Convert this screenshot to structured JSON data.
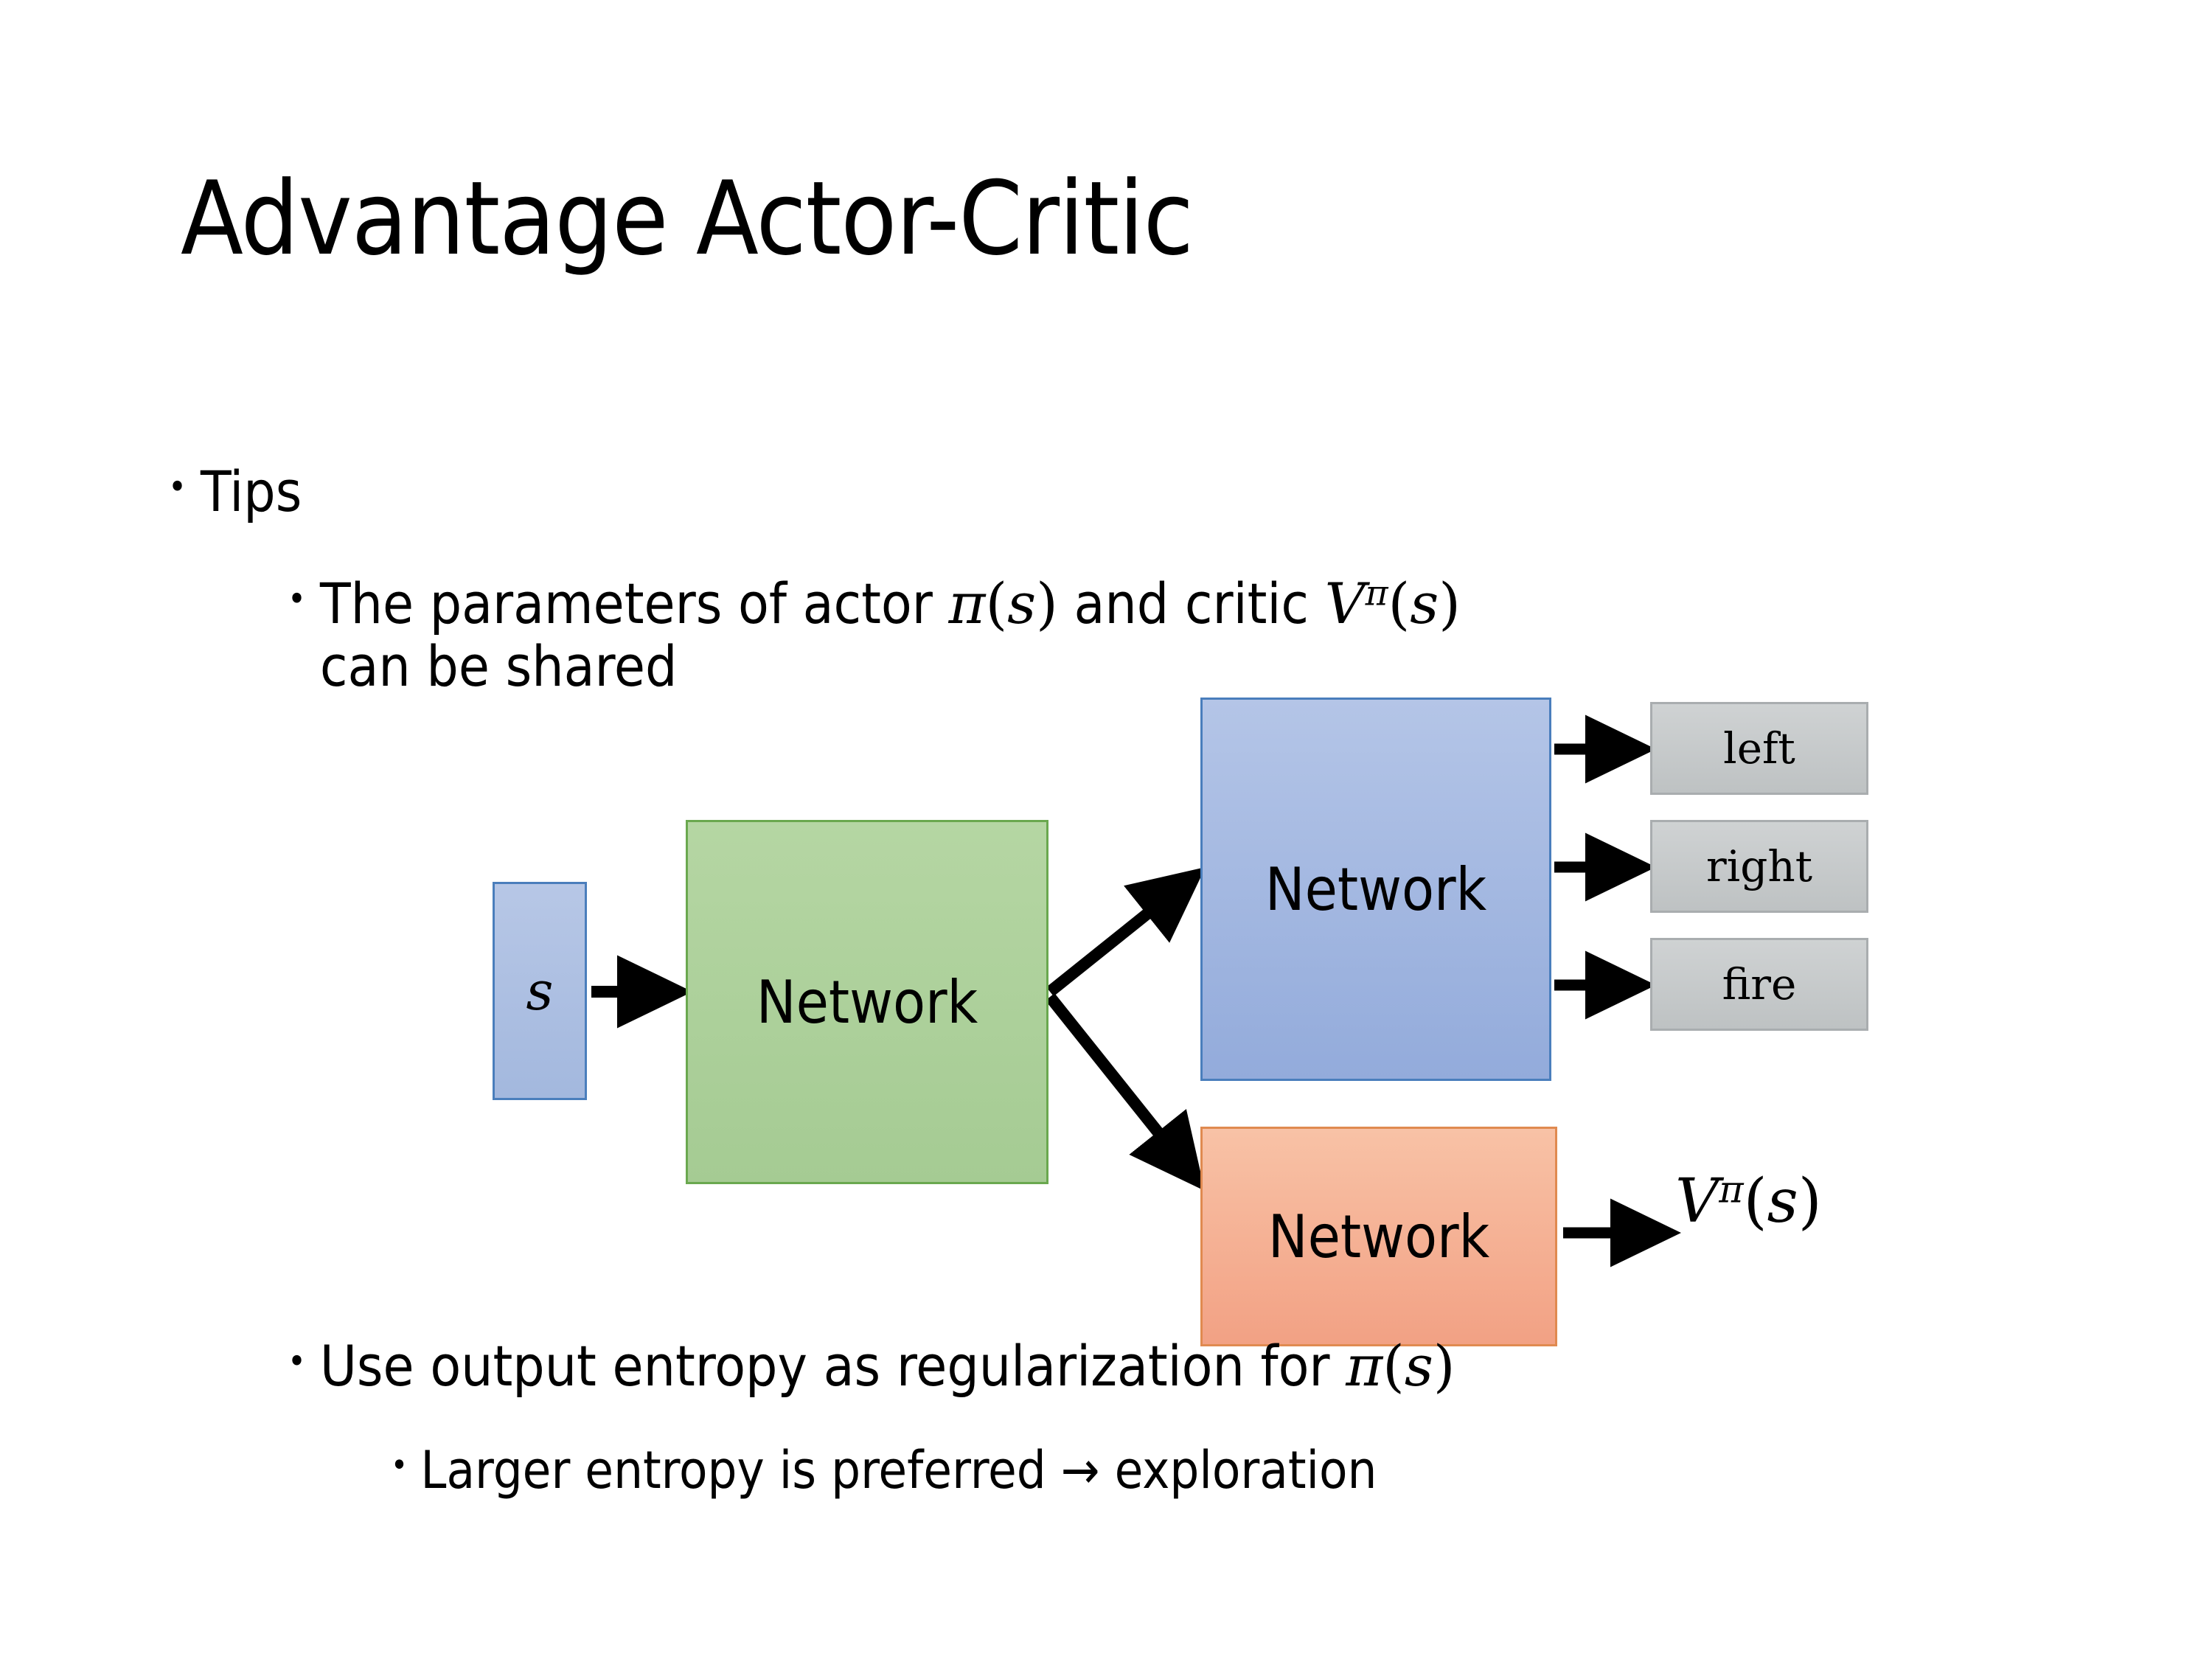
{
  "slide": {
    "title": "Advantage Actor-Critic",
    "background_color": "#FFFFFF"
  },
  "bullets": {
    "tips": "Tips",
    "shared_prefix": "The parameters of actor ",
    "shared_actor_symbol": "π(s)",
    "shared_middle": " and critic ",
    "shared_critic_symbol": "Vπ(s)",
    "shared_suffix": "can be shared",
    "entropy_prefix": "Use output entropy as regularization for ",
    "entropy_symbol": "π(s)",
    "exploration": "Larger entropy is preferred → exploration",
    "bullet_glyph": "•"
  },
  "diagram": {
    "state_box": {
      "label": "s",
      "fill": "#A9BDE2",
      "border": "#4A7EBC"
    },
    "shared_network": {
      "label": "Network",
      "fill": "#ACCF9A",
      "border": "#6AA84F"
    },
    "actor_network": {
      "label": "Network",
      "fill": "#A1B8E1",
      "border": "#4A7EBC"
    },
    "critic_network": {
      "label": "Network",
      "fill": "#F4AF8E",
      "border": "#E08A50"
    },
    "actions": [
      {
        "label": "left",
        "fill": "#C6C9CA",
        "border": "#A9ADAF"
      },
      {
        "label": "right",
        "fill": "#C6C9CA",
        "border": "#A9ADAF"
      },
      {
        "label": "fire",
        "fill": "#C6C9CA",
        "border": "#A9ADAF"
      }
    ],
    "value_output": {
      "base": "V",
      "superscript": "π",
      "argument": "(s)"
    },
    "arrow_color": "#000000",
    "arrow_names": [
      "state-to-shared-network",
      "shared-network-to-actor-network",
      "shared-network-to-critic-network",
      "actor-network-to-left",
      "actor-network-to-right",
      "actor-network-to-fire",
      "critic-network-to-value"
    ]
  }
}
